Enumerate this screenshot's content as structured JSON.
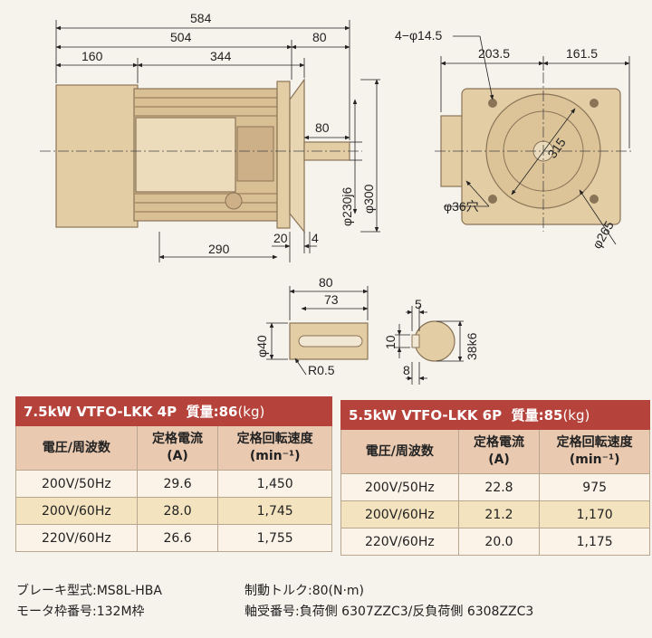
{
  "dims": {
    "front": {
      "overall": "584",
      "body": "504",
      "flange_ext": "80",
      "brake": "160",
      "motor": "344",
      "shaft_len": "80",
      "spigot": "φ230j6",
      "flange_dia": "φ300",
      "mount": "290",
      "spigot_depth": "20",
      "flange_thk": "4"
    },
    "side": {
      "holes": "4−φ14.5",
      "left": "203.5",
      "right": "161.5",
      "pcd": "315",
      "cable_hole": "φ36穴",
      "spigot": "φ265"
    },
    "shaft": {
      "length": "80",
      "key_len": "73",
      "dia": "φ40",
      "radius": "R0.5",
      "key_w": "5",
      "key_h": "10",
      "key_depth": "8",
      "shaft_fit": "38k6"
    }
  },
  "spec_4p": {
    "title": "7.5kW VTFO-LKK 4P",
    "mass_label": "質量:",
    "mass_value": "86",
    "mass_unit": "(kg)",
    "col1": "電圧/周波数",
    "col2": "定格電流",
    "col2_unit": "(A)",
    "col3": "定格回転速度",
    "col3_unit": "(min⁻¹)",
    "rows": [
      {
        "v": "200V/50Hz",
        "a": "29.6",
        "r": "1,450"
      },
      {
        "v": "200V/60Hz",
        "a": "28.0",
        "r": "1,745"
      },
      {
        "v": "220V/60Hz",
        "a": "26.6",
        "r": "1,755"
      }
    ]
  },
  "spec_6p": {
    "title": "5.5kW VTFO-LKK 6P",
    "mass_label": "質量:",
    "mass_value": "85",
    "mass_unit": "(kg)",
    "col1": "電圧/周波数",
    "col2": "定格電流",
    "col2_unit": "(A)",
    "col3": "定格回転速度",
    "col3_unit": "(min⁻¹)",
    "rows": [
      {
        "v": "200V/50Hz",
        "a": "22.8",
        "r": "975"
      },
      {
        "v": "200V/60Hz",
        "a": "21.2",
        "r": "1,170"
      },
      {
        "v": "220V/60Hz",
        "a": "20.0",
        "r": "1,175"
      }
    ]
  },
  "notes": {
    "brake": "ブレーキ型式:MS8L-HBA",
    "torque": "制動トルク:80(N·m)",
    "frame": "モータ枠番号:132M枠",
    "bearing": "軸受番号:負荷側 6307ZZC3/反負荷側 6308ZZC3"
  },
  "colors": {
    "body": "#e3cda4",
    "body_dark": "#b79b77",
    "header_red": "#b6433b",
    "table_head": "#e9c9b0"
  }
}
